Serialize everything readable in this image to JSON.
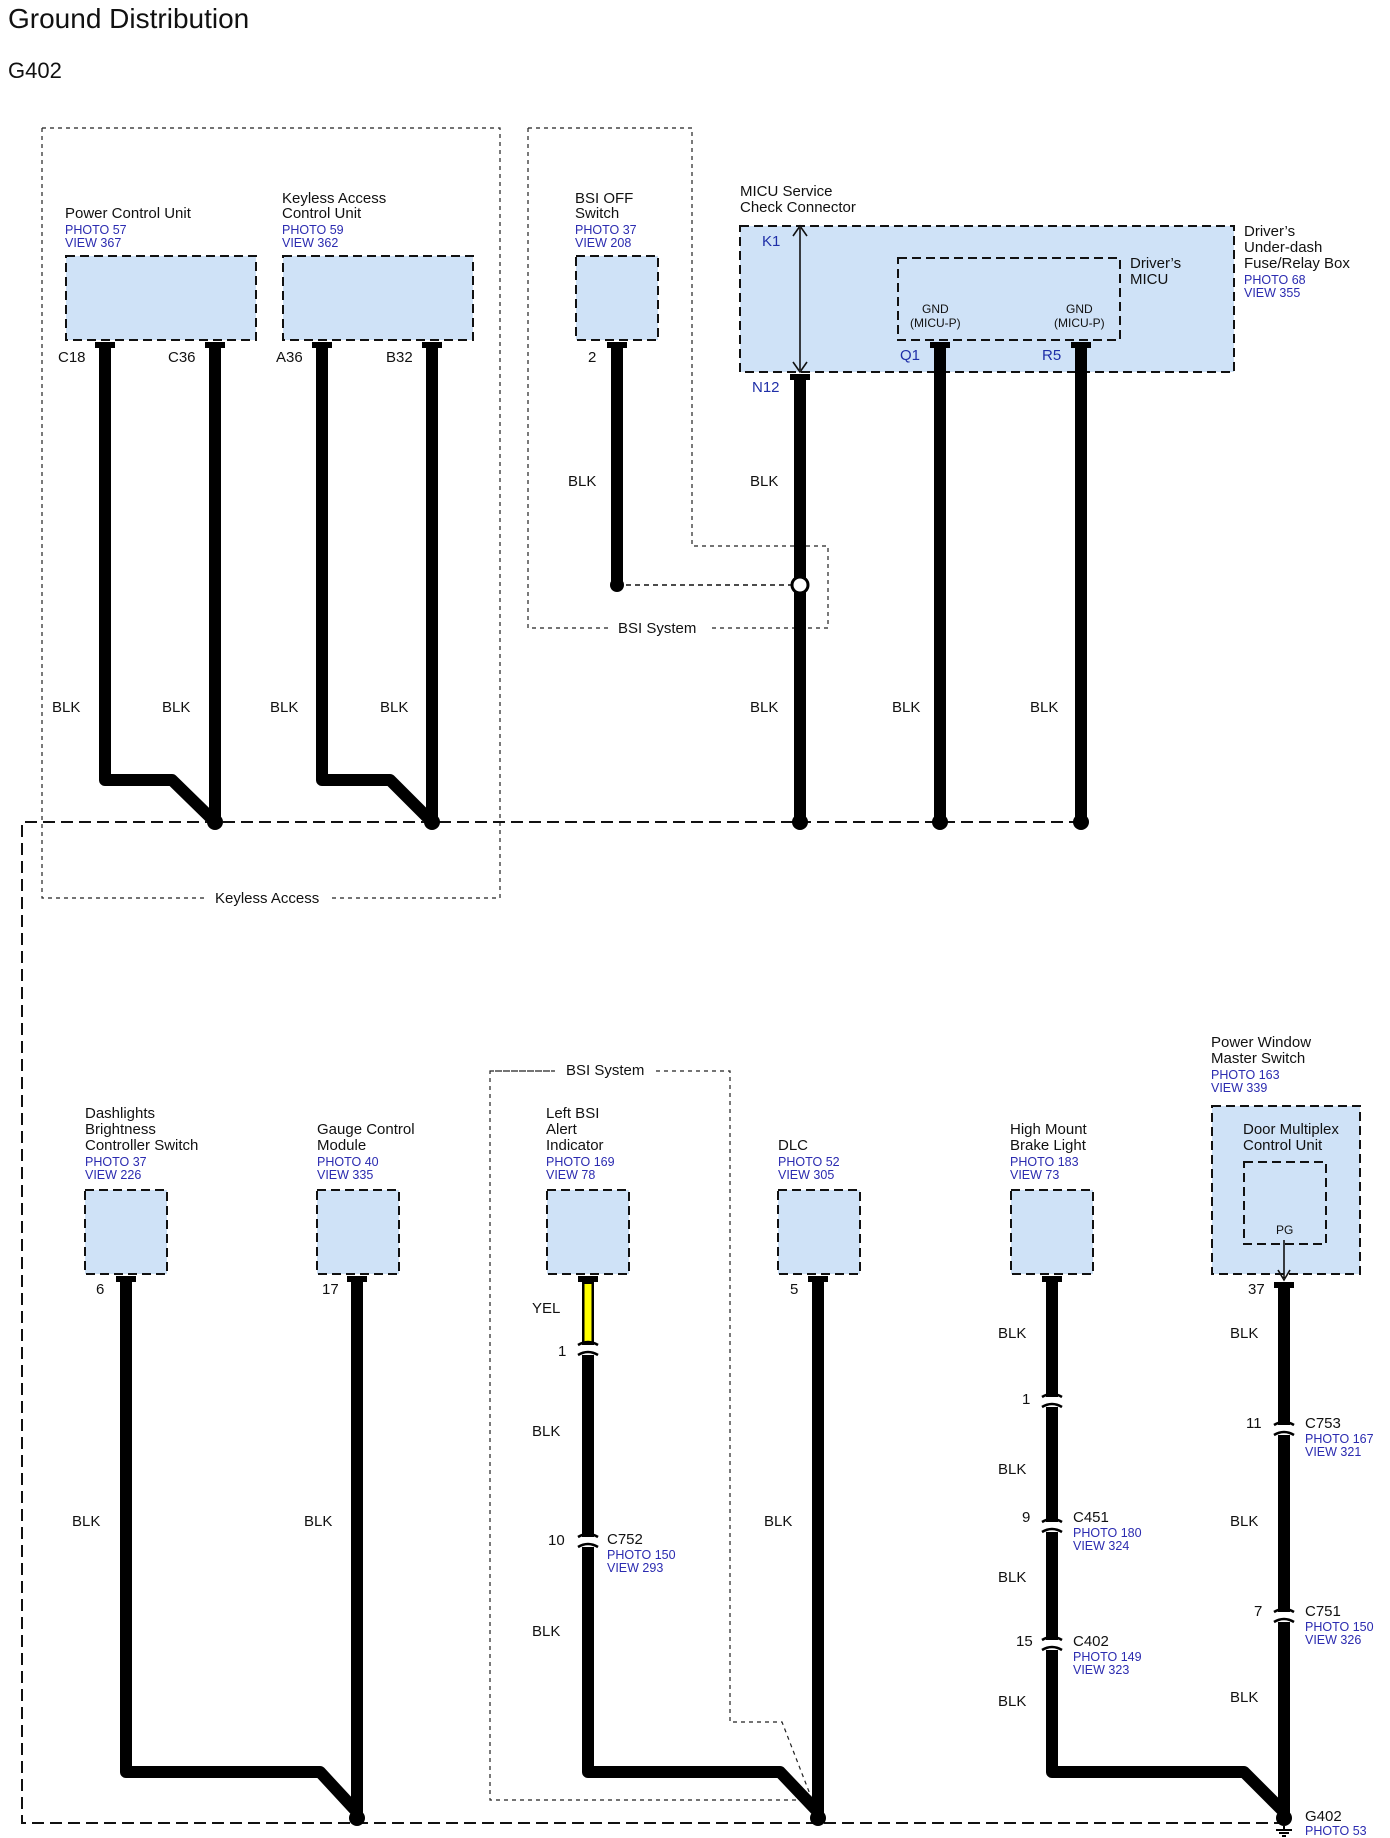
{
  "title": "Ground Distribution",
  "ground_id": "G402",
  "groups": {
    "keyless_access": "Keyless Access",
    "bsi_system_top": "BSI System",
    "bsi_system_bottom": "BSI System"
  },
  "components": {
    "pcu": {
      "line1": "Power Control Unit",
      "photo": "PHOTO 57",
      "view": "VIEW 367",
      "pins": [
        "C18",
        "C36"
      ]
    },
    "kacu": {
      "line1": "Keyless Access",
      "line2": "Control Unit",
      "photo": "PHOTO 59",
      "view": "VIEW 362",
      "pins": [
        "A36",
        "B32"
      ]
    },
    "bsi_off": {
      "line1": "BSI OFF",
      "line2": "Switch",
      "photo": "PHOTO 37",
      "view": "VIEW 208",
      "pin": "2"
    },
    "micu_check": {
      "line1": "MICU Service",
      "line2": "Check Connector",
      "pin_top": "K1",
      "pin_bottom": "N12"
    },
    "fuse_box": {
      "line1": "Driver’s",
      "line2": "Under-dash",
      "line3": "Fuse/Relay Box",
      "photo": "PHOTO 68",
      "view": "VIEW 355"
    },
    "micu": {
      "line1": "Driver’s",
      "line2": "MICU",
      "gnd1_a": "GND",
      "gnd1_b": "(MICU-P)",
      "gnd2_a": "GND",
      "gnd2_b": "(MICU-P)",
      "pins": [
        "Q1",
        "R5"
      ]
    },
    "dashlights": {
      "line1": "Dashlights",
      "line2": "Brightness",
      "line3": "Controller Switch",
      "photo": "PHOTO 37",
      "view": "VIEW 226",
      "pin": "6"
    },
    "gauge": {
      "line1": "Gauge Control",
      "line2": "Module",
      "photo": "PHOTO 40",
      "view": "VIEW 335",
      "pin": "17"
    },
    "left_bsi": {
      "line1": "Left BSI",
      "line2": "Alert",
      "line3": "Indicator",
      "photo": "PHOTO 169",
      "view": "VIEW 78"
    },
    "dlc": {
      "line1": "DLC",
      "photo": "PHOTO 52",
      "view": "VIEW 305",
      "pin": "5"
    },
    "hmbl": {
      "line1": "High Mount",
      "line2": "Brake Light",
      "photo": "PHOTO 183",
      "view": "VIEW 73"
    },
    "pwms": {
      "line1": "Power Window",
      "line2": "Master Switch",
      "photo": "PHOTO 163",
      "view": "VIEW 339",
      "inner1": "Door Multiplex",
      "inner2": "Control Unit",
      "pg": "PG",
      "pin": "37"
    }
  },
  "connectors": {
    "c752": {
      "name": "C752",
      "photo": "PHOTO 150",
      "view": "VIEW 293",
      "pin_in": "1",
      "pin": "10"
    },
    "c451": {
      "name": "C451",
      "photo": "PHOTO 180",
      "view": "VIEW 324",
      "pin_in": "1",
      "pin": "9"
    },
    "c402": {
      "name": "C402",
      "photo": "PHOTO 149",
      "view": "VIEW 323",
      "pin": "15"
    },
    "c753": {
      "name": "C753",
      "photo": "PHOTO 167",
      "view": "VIEW 321",
      "pin": "11"
    },
    "c751": {
      "name": "C751",
      "photo": "PHOTO 150",
      "view": "VIEW 326",
      "pin": "7"
    }
  },
  "ground": {
    "name": "G402",
    "photo": "PHOTO 53"
  },
  "wire_colors": {
    "blk": "BLK",
    "yel": "YEL"
  }
}
